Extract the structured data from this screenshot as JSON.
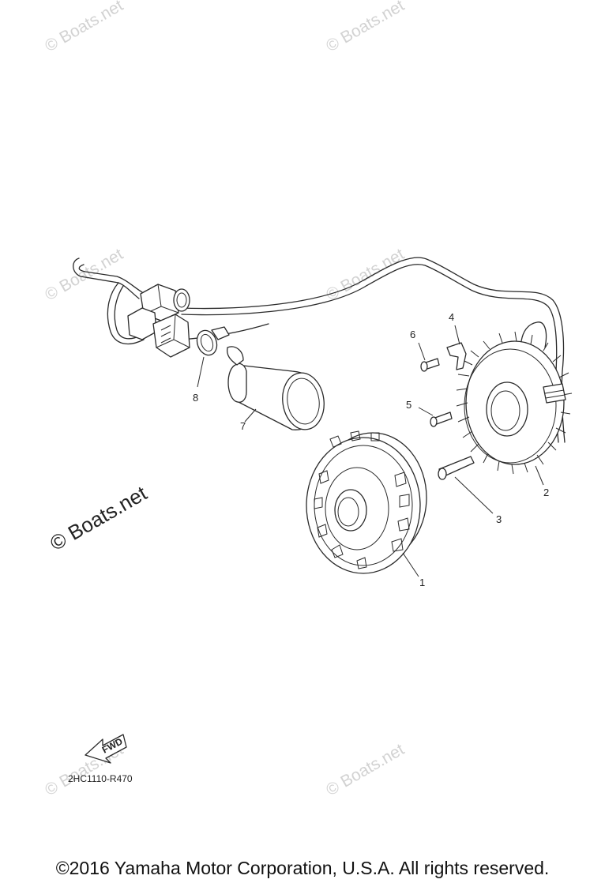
{
  "diagram": {
    "part_code": "2HC1110-R470",
    "fwd_arrow_label": "FWD",
    "watermark_text": "© Boats.net",
    "copyright": "©2016 Yamaha Motor Corporation, U.S.A. All rights reserved.",
    "callouts": [
      "1",
      "2",
      "3",
      "4",
      "5",
      "6",
      "7",
      "8"
    ],
    "parts": [
      {
        "callout": "1",
        "name": "rotor"
      },
      {
        "callout": "2",
        "name": "stator"
      },
      {
        "callout": "3",
        "name": "bolt"
      },
      {
        "callout": "4",
        "name": "clamp"
      },
      {
        "callout": "5",
        "name": "screw"
      },
      {
        "callout": "6",
        "name": "screw"
      },
      {
        "callout": "7",
        "name": "cover"
      },
      {
        "callout": "8",
        "name": "band"
      }
    ]
  }
}
